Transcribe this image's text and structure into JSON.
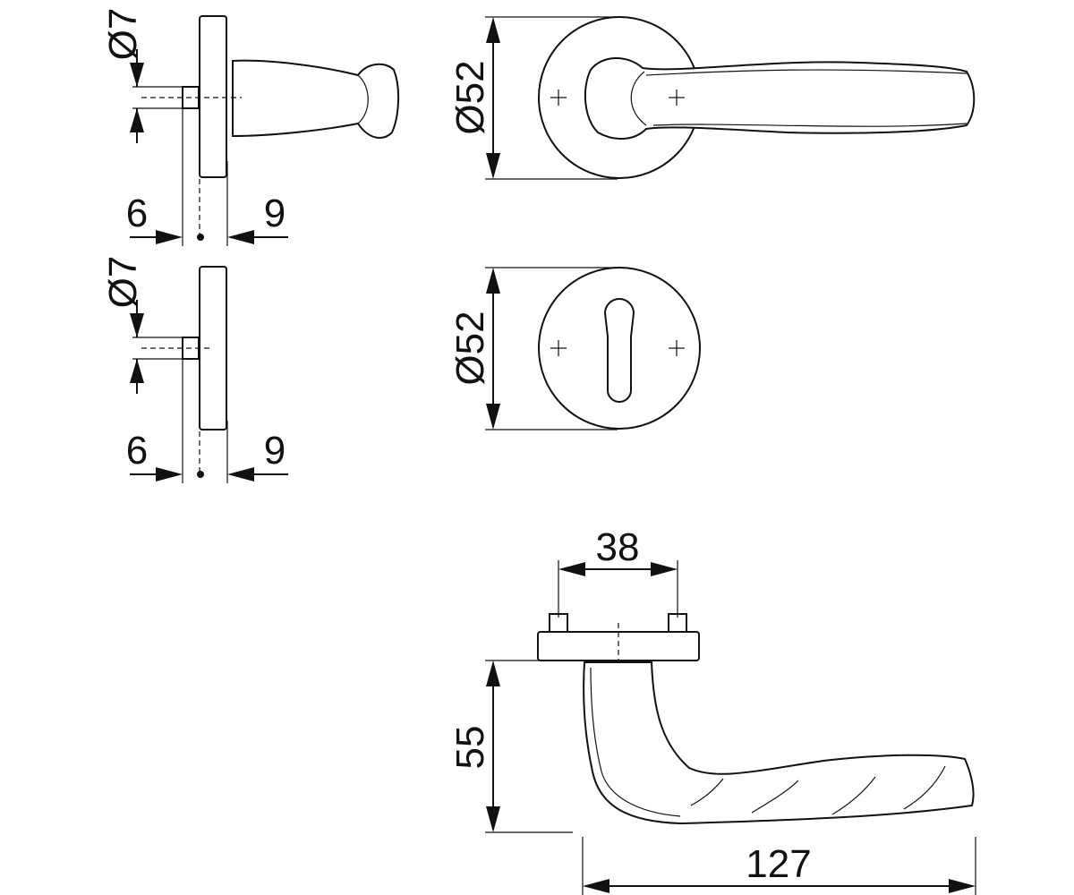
{
  "dimensions": {
    "side_rose_spindle_diameter": "Ø7",
    "side_rose_left_offset": "6",
    "side_rose_right_offset": "9",
    "side_escutcheon_spindle_diameter": "Ø7",
    "side_escutcheon_left_offset": "6",
    "side_escutcheon_right_offset": "9",
    "front_rose_diameter": "Ø52",
    "front_escutcheon_diameter": "Ø52",
    "lever_fixing_spacing": "38",
    "lever_height": "55",
    "lever_length": "127"
  }
}
